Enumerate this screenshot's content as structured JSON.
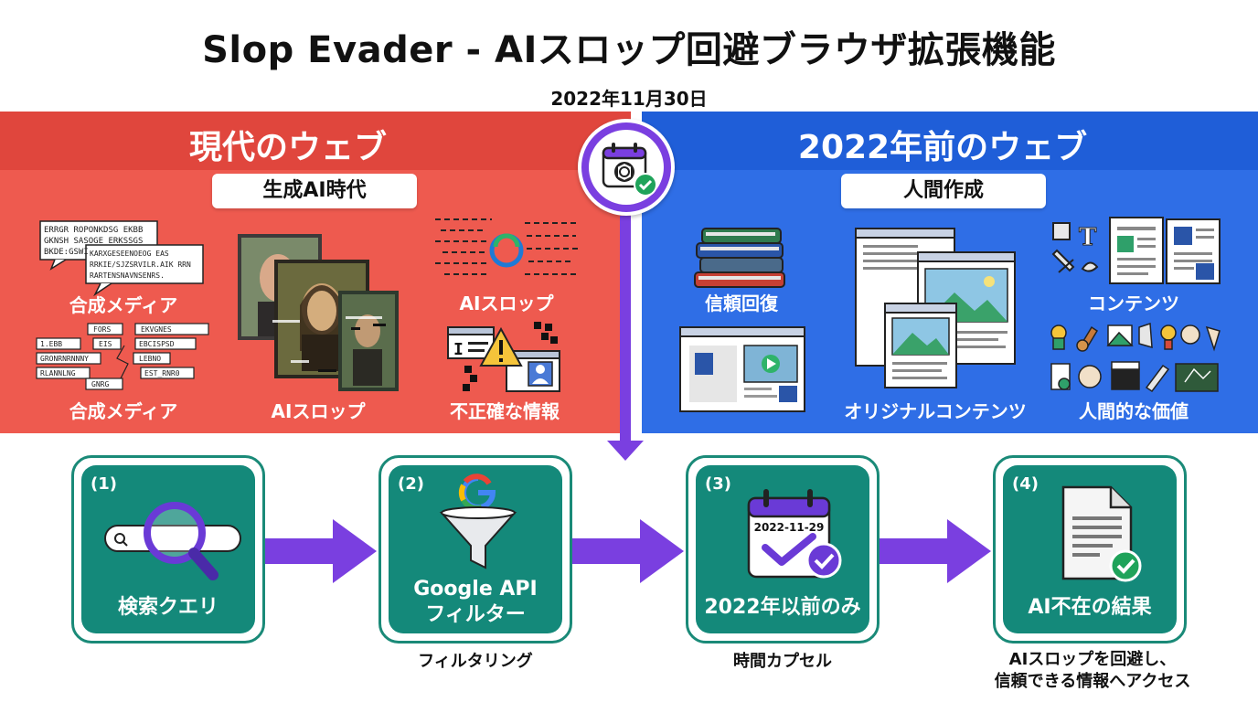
{
  "title": "Slop Evader - AIスロップ回避ブラウザ拡張機能",
  "date": "2022年11月30日",
  "left_panel": {
    "title": "現代のウェブ",
    "subtitle": "生成AI時代",
    "items": [
      {
        "label": "合成メディア",
        "icon": "garbled-text-bubbles-icon"
      },
      {
        "label": "AIスロップ",
        "icon": "glitched-ai-swirl-icon"
      },
      {
        "label": "合成メディア",
        "icon": "garbled-text-labels-icon"
      },
      {
        "label": "AIスロップ",
        "icon": "distorted-portrait-paintings-icon"
      },
      {
        "label": "不正確な情報",
        "icon": "warning-windows-icon"
      }
    ],
    "garbled_text": {
      "bubble1": [
        "ERRGR ROPONKDSG EKBB",
        "GKNSH SASOGE ERKSSGS",
        "BKDE:GSWI"
      ],
      "bubble2": [
        "KARXGESEENOEOG  EAS",
        "RRKIE/SJZSRVILR.AIK RRN",
        "RARTENSNAVNSENRS."
      ],
      "labels": [
        "FORS",
        "EKVGNES",
        "1.EBB",
        "EIS",
        "EBCISPSD",
        "GRONRNRNNNY",
        "LEBNO",
        "RLANNLNG",
        "EST_RNR0",
        "GNRG"
      ]
    },
    "colors": {
      "panel": "#ee5a4f",
      "header": "#e0463d"
    }
  },
  "right_panel": {
    "title": "2022年前のウェブ",
    "subtitle": "人間作成",
    "items": [
      {
        "label": "信頼回復",
        "icon": "book-stack-icon"
      },
      {
        "label": "コンテンツ",
        "icon": "documents-tools-icon"
      },
      {
        "label": "オリジナルコンテンツ",
        "icon": "article-windows-icon"
      },
      {
        "label": "人間的な価値",
        "icon": "human-creativity-icons"
      }
    ],
    "colors": {
      "panel": "#2f6ee6",
      "header": "#1f5ed8"
    }
  },
  "hub": {
    "icon": "calendar-openai-check-icon",
    "color": "#7a3fe0"
  },
  "steps": [
    {
      "num": "(1)",
      "label": "検索クエリ",
      "icon": "search-magnifier-icon",
      "below": ""
    },
    {
      "num": "(2)",
      "label_lines": [
        "Google API",
        "フィルター"
      ],
      "icon": "google-funnel-icon",
      "below": "フィルタリング"
    },
    {
      "num": "(3)",
      "label": "2022年以前のみ",
      "icon": "calendar-check-icon",
      "calendar_date": "2022-11-29",
      "below": "時間カプセル"
    },
    {
      "num": "(4)",
      "label": "AI不在の結果",
      "icon": "document-check-icon",
      "below_lines": [
        "AIスロップを回避し、",
        "信頼できる情報へアクセス"
      ]
    }
  ],
  "colors": {
    "teal": "#14897a",
    "purple": "#7a3fe0",
    "check_green": "#1fa35a"
  }
}
